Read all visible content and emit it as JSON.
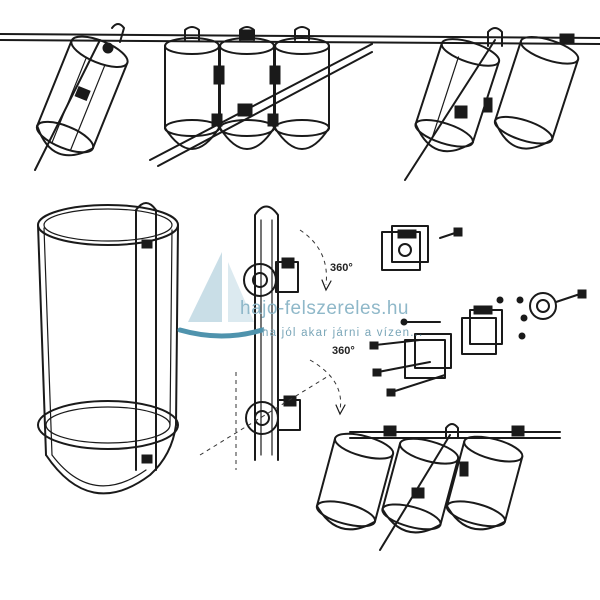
{
  "watermark": {
    "brand_text": "hajo-felszereles.hu",
    "tagline": "ha jól akar járni a vízen...",
    "color": "#8fb8c9"
  },
  "rotation_labels": {
    "upper": "360°",
    "lower": "360°"
  }
}
